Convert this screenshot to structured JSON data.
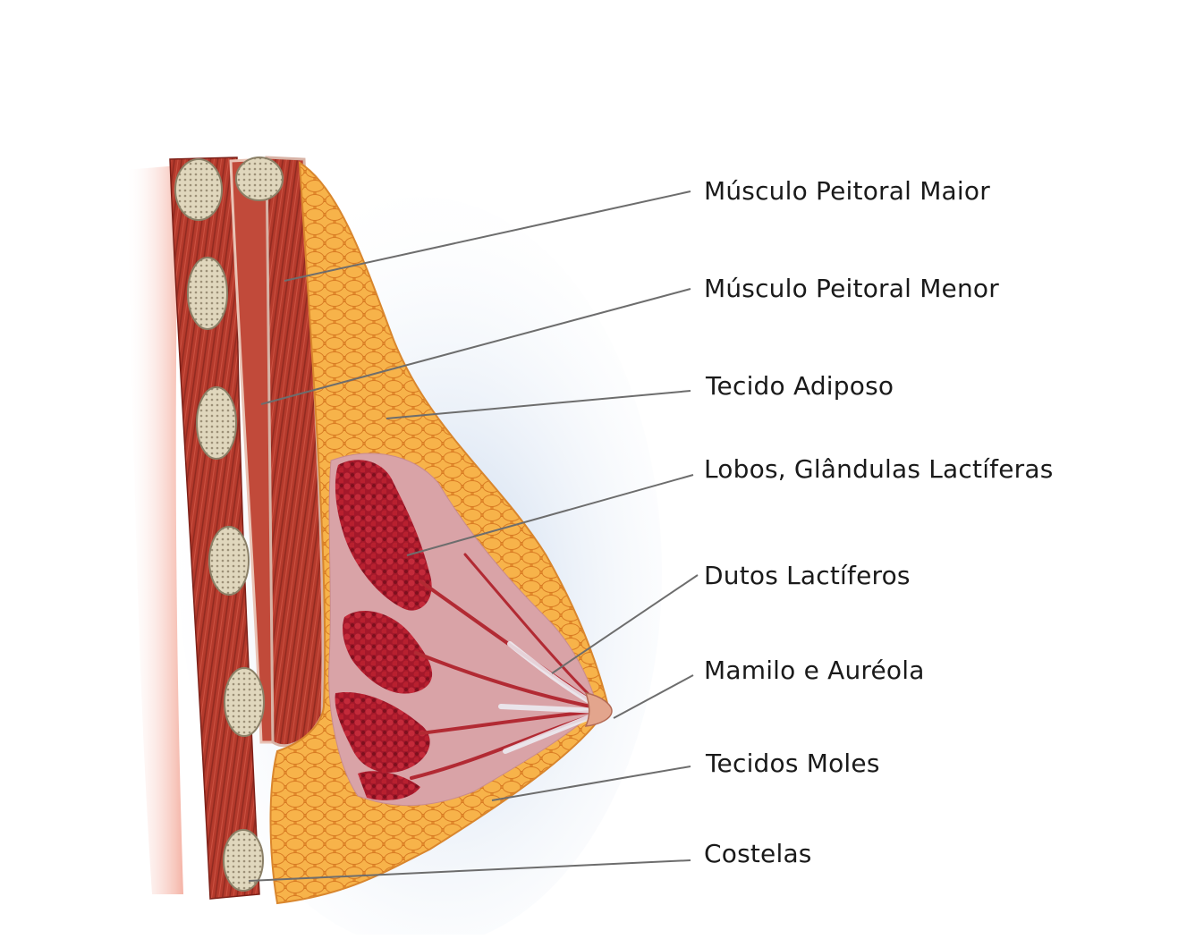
{
  "labels": {
    "pectoralis_major": "Músculo Peitoral Maior",
    "pectoralis_minor": "Músculo Peitoral Menor",
    "adipose_tissue": "Tecido Adiposo",
    "lobes_glands": "Lobos, Glândulas Lactíferas",
    "lactiferous_ducts": "Dutos Lactíferos",
    "nipple_areola": "Mamilo e Auréola",
    "soft_tissues": "Tecidos Moles",
    "ribs": "Costelas"
  },
  "colors": {
    "muscle": "#b3332b",
    "fat": "#f0a23a",
    "gland": "#a8182a",
    "bone": "#d9ceb0",
    "skin_halo": "#c9d9ee",
    "leader": "#6d6d6d"
  }
}
